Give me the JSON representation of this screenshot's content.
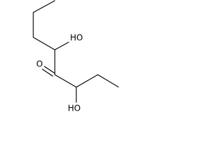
{
  "molecule": {
    "atoms": {
      "oh_upper": "HO",
      "carbonyl_o": "O",
      "oh_lower": "HO"
    },
    "colors": {
      "bond": "#000000",
      "text": "#000000",
      "background": "#ffffff"
    }
  }
}
